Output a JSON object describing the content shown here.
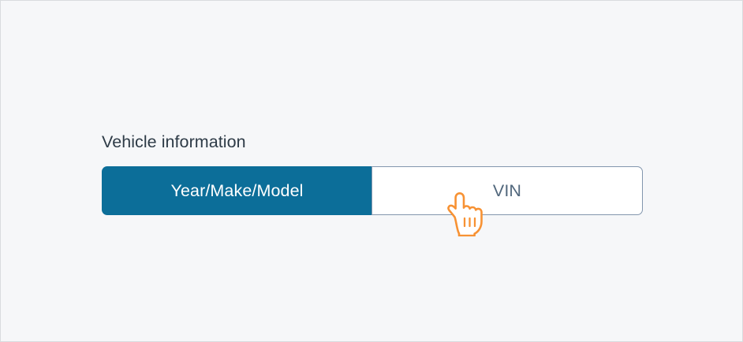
{
  "page": {
    "background_color": "#f6f7f9",
    "border_color": "#d9dcdf"
  },
  "form": {
    "label": "Vehicle information",
    "label_color": "#2e3b47"
  },
  "segmented_control": {
    "name": "vehicle-information-toggle",
    "selected_index": 0,
    "active_fill_color": "#0c6e99",
    "active_text_color": "#ffffff",
    "inactive_fill_color": "#ffffff",
    "inactive_text_color": "#51677c",
    "border_color": "#8296ad",
    "options": [
      {
        "label": "Year/Make/Model",
        "selected": true
      },
      {
        "label": "VIN",
        "selected": false
      }
    ]
  },
  "cursor": {
    "icon": "pointing-hand-cursor",
    "color": "#f79234",
    "fill": "#ffffff",
    "hovering_over": "VIN"
  }
}
